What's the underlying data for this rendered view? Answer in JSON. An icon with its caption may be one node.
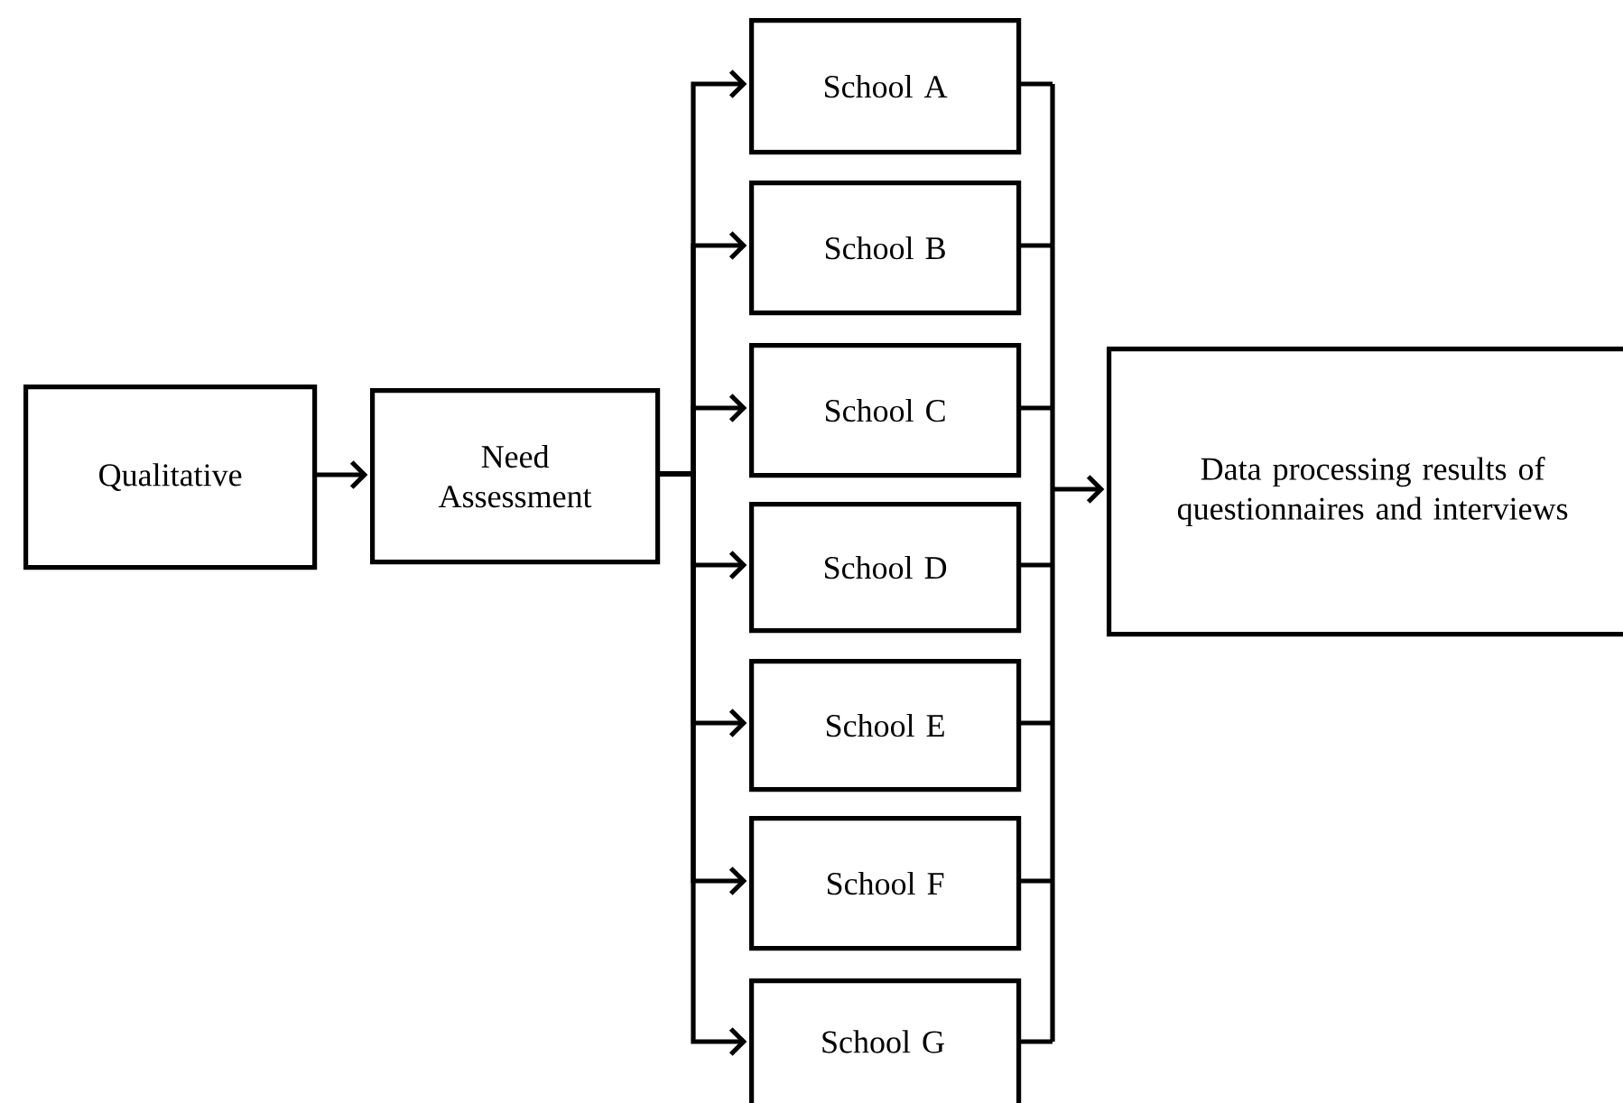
{
  "diagram": {
    "nodes": [
      {
        "text": [
          "Qualitative"
        ]
      },
      {
        "text": [
          "Need Assessment"
        ]
      },
      {
        "text": [
          "School A"
        ]
      },
      {
        "text": [
          "School B"
        ]
      },
      {
        "text": [
          "School C"
        ]
      },
      {
        "text": [
          "School D"
        ]
      },
      {
        "text": [
          "School E"
        ]
      },
      {
        "text": [
          "School F"
        ]
      },
      {
        "text": [
          "School G"
        ]
      },
      {
        "text": [
          "Data processing results of questionnaires and interviews"
        ]
      }
    ],
    "edges": [
      {
        "from": 0,
        "to": 1,
        "arrow": "to"
      },
      {
        "from": 1,
        "to": 2,
        "arrow": "to"
      },
      {
        "from": 1,
        "to": 3,
        "arrow": "to"
      },
      {
        "from": 1,
        "to": 4,
        "arrow": "to"
      },
      {
        "from": 1,
        "to": 5,
        "arrow": "to"
      },
      {
        "from": 1,
        "to": 6,
        "arrow": "to"
      },
      {
        "from": 1,
        "to": 7,
        "arrow": "to"
      },
      {
        "from": 1,
        "to": 8,
        "arrow": "to"
      },
      {
        "from": 2,
        "to": 9,
        "arrow": "to"
      },
      {
        "from": 3,
        "to": 9,
        "arrow": "to"
      },
      {
        "from": 4,
        "to": 9,
        "arrow": "to"
      },
      {
        "from": 5,
        "to": 9,
        "arrow": "to"
      },
      {
        "from": 6,
        "to": 9,
        "arrow": "to"
      },
      {
        "from": 7,
        "to": 9,
        "arrow": "to"
      },
      {
        "from": 8,
        "to": 9,
        "arrow": "to"
      }
    ]
  }
}
